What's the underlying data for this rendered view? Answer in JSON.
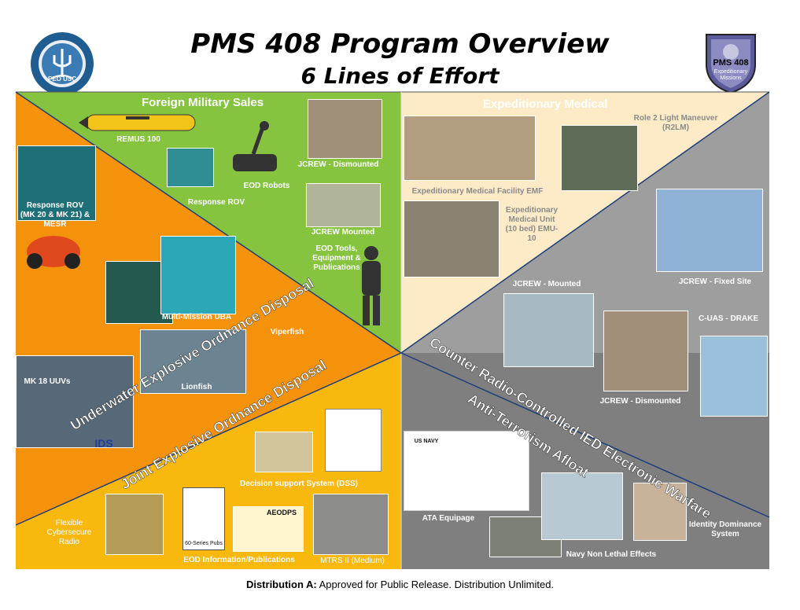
{
  "header": {
    "title": "PMS 408 Program Overview",
    "subtitle": "6 Lines of Effort",
    "left_logo_text": "PEO USC",
    "right_logo_text": "PMS 408",
    "right_logo_sub": "Expeditionary Missions"
  },
  "sections": {
    "fms": "Foreign Military Sales",
    "exped_medical": "Expeditionary Medical",
    "uw_eod": "Underwater Explosive Ordnance Disposal",
    "joint_eod": "Joint Explosive Ordnance Disposal",
    "credw": "Counter Radio-Controlled IED Electronic Warfare",
    "anti_terrorism": "Anti-Terrorism Afloat"
  },
  "labels": {
    "remus": "REMUS 100",
    "response_rov_top": "Response ROV",
    "eod_robots": "EOD Robots",
    "jcrew_dismounted_top": "JCREW - Dismounted",
    "jcrew_mounted_top": "JCREW  Mounted",
    "eod_tools": "EOD Tools, Equipment & Publications",
    "response_rov_left": "Response ROV (MK 20 & MK 21) & MESR",
    "multi_mission_uba": "Multi-Mission UBA",
    "viperfish": "Viperfish",
    "lionfish": "Lionfish",
    "mk18": "MK 18 UUVs",
    "ids": "IDS",
    "dss": "Decision support System (DSS)",
    "flexible_radio": "Flexible Cybersecure Radio",
    "eod_info": "EOD Information/Publications",
    "mtrs": "MTRS II (Medium)",
    "emf": "Expeditionary Medical Facility EMF",
    "r2lm": "Role 2 Light Maneuver (R2LM)",
    "emu": "Expeditionary Medical Unit (10 bed) EMU-10",
    "jcrew_mounted_right": "JCREW - Mounted",
    "jcrew_fixed": "JCREW - Fixed Site",
    "cuas": "C-UAS - DRAKE",
    "jcrew_dismounted_right": "JCREW - Dismounted",
    "ata": "ATA Equipage",
    "us_navy": "US NAVY",
    "navy_nle": "Navy Non Lethal Effects",
    "identity": "Identity Dominance System",
    "pubs": "60-Series Pubs",
    "aeodps": "AEODPS"
  },
  "footer": {
    "bold": "Distribution A:",
    "text": " Approved for Public Release. Distribution Unlimited."
  },
  "colors": {
    "orange": "#f5920b",
    "green": "#86c440",
    "yellow": "#f8b80e",
    "cream": "#fcebc6",
    "gray_dark": "#7f7f7f",
    "gray_mid": "#9e9e9e"
  }
}
